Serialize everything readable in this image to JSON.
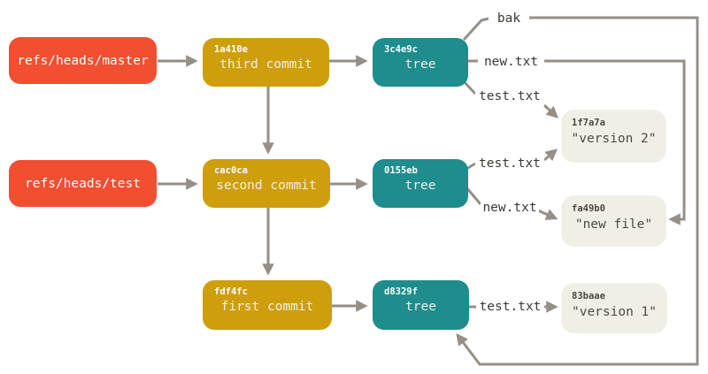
{
  "colors": {
    "ref_bg": "#F14E32",
    "commit_bg": "#CE9E0C",
    "tree_bg": "#1F8C8D",
    "blob_bg": "#F0EFE6",
    "blob_text": "#4D4840",
    "chip_bg": "#FFFFFF",
    "chip_text": "#3C3833",
    "node_text": "#FFFFFF",
    "edge_line": "#968F87",
    "background": "#FFFFFF"
  },
  "nodes": {
    "refs": [
      {
        "label": "refs/heads/master"
      },
      {
        "label": "refs/heads/test"
      }
    ],
    "commits": [
      {
        "hash": "1a410e",
        "label": "third commit"
      },
      {
        "hash": "cac0ca",
        "label": "second commit"
      },
      {
        "hash": "fdf4fc",
        "label": "first commit"
      }
    ],
    "trees": [
      {
        "hash": "3c4e9c",
        "label": "tree"
      },
      {
        "hash": "0155eb",
        "label": "tree"
      },
      {
        "hash": "d8329f",
        "label": "tree"
      }
    ],
    "blobs": [
      {
        "hash": "1f7a7a",
        "label": "\"version 2\""
      },
      {
        "hash": "fa49b0",
        "label": "\"new file\""
      },
      {
        "hash": "83baae",
        "label": "\"version 1\""
      }
    ]
  },
  "edge_labels": [
    {
      "id": "bak",
      "label": "bak"
    },
    {
      "id": "top-new",
      "label": "new.txt"
    },
    {
      "id": "top-test",
      "label": "test.txt"
    },
    {
      "id": "mid-test",
      "label": "test.txt"
    },
    {
      "id": "mid-new",
      "label": "new.txt"
    },
    {
      "id": "bottom-test",
      "label": "test.txt"
    }
  ],
  "edges": [
    {
      "from": "refs/heads/master",
      "to": "commit 1a410e",
      "label": ""
    },
    {
      "from": "refs/heads/test",
      "to": "commit cac0ca",
      "label": ""
    },
    {
      "from": "commit 1a410e",
      "to": "commit cac0ca",
      "label": ""
    },
    {
      "from": "commit cac0ca",
      "to": "commit fdf4fc",
      "label": ""
    },
    {
      "from": "commit 1a410e",
      "to": "tree 3c4e9c",
      "label": ""
    },
    {
      "from": "commit cac0ca",
      "to": "tree 0155eb",
      "label": ""
    },
    {
      "from": "commit fdf4fc",
      "to": "tree d8329f",
      "label": ""
    },
    {
      "from": "tree 3c4e9c",
      "to": "tree d8329f",
      "label": "bak"
    },
    {
      "from": "tree 3c4e9c",
      "to": "blob fa49b0",
      "label": "new.txt"
    },
    {
      "from": "tree 3c4e9c",
      "to": "blob 1f7a7a",
      "label": "test.txt"
    },
    {
      "from": "tree 0155eb",
      "to": "blob 1f7a7a",
      "label": "test.txt"
    },
    {
      "from": "tree 0155eb",
      "to": "blob fa49b0",
      "label": "new.txt"
    },
    {
      "from": "tree d8329f",
      "to": "blob 83baae",
      "label": "test.txt"
    }
  ]
}
